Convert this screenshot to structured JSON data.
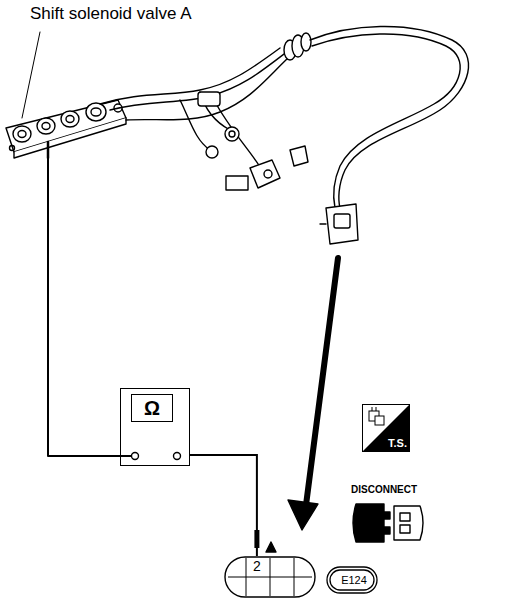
{
  "diagram": {
    "nodes": [
      {
        "text": [
          "Ω"
        ]
      },
      {
        "text": [
          "2"
        ]
      },
      {
        "text": [
          "E124"
        ]
      },
      {
        "text": [
          "T.S."
        ]
      }
    ],
    "edges": [
      {
        "from": 0,
        "to": 1,
        "arrow": "none"
      }
    ],
    "labels": [
      "Shift solenoid valve A",
      "DISCONNECT"
    ]
  }
}
